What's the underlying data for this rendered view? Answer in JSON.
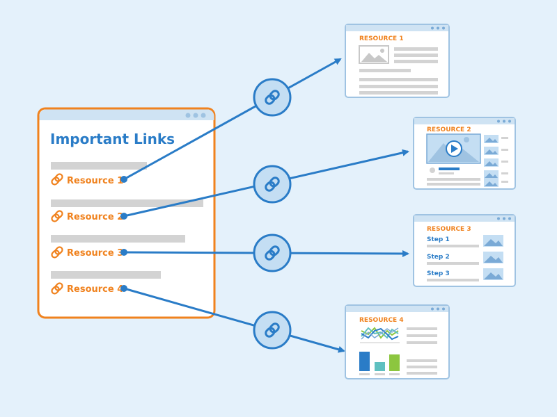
{
  "colors": {
    "background": "#e4f1fb",
    "orange": "#f0821e",
    "blue": "#2a7cc7",
    "gray": "#d3d3d3"
  },
  "source_panel": {
    "title": "Important Links",
    "items": [
      {
        "label": "Resource 1"
      },
      {
        "label": "Resource 2"
      },
      {
        "label": "Resource 3"
      },
      {
        "label": "Resource 4"
      }
    ]
  },
  "resource1": {
    "title": "RESOURCE 1"
  },
  "resource2": {
    "title": "RESOURCE 2"
  },
  "resource3": {
    "title": "RESOURCE 3",
    "steps": [
      "Step 1",
      "Step 2",
      "Step 3"
    ]
  },
  "resource4": {
    "title": "RESOURCE 4"
  },
  "icons": [
    "link-icon",
    "image-placeholder-icon",
    "play-icon",
    "line-chart-icon",
    "bar-chart-icon"
  ]
}
